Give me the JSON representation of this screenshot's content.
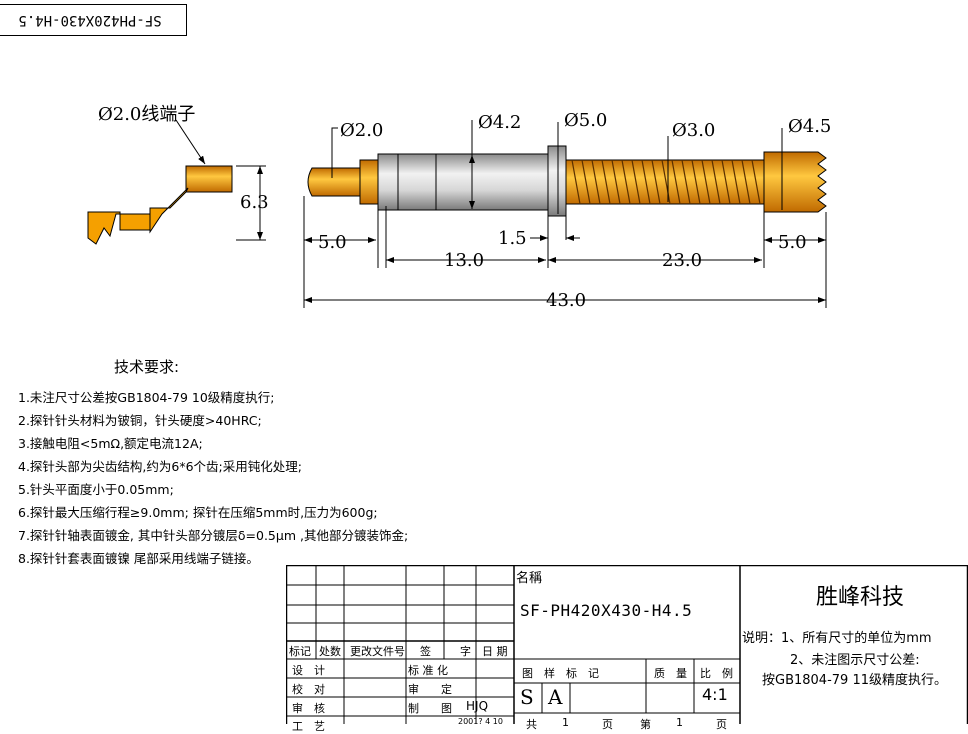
{
  "part_code_mirrored": "SF-PH420X430-H4.5",
  "dims": {
    "terminal_label": "Ø2.0线端子",
    "terminal_height": "6.3",
    "d_tip": "Ø2.0",
    "d_barrel": "Ø4.2",
    "d_collar": "Ø5.0",
    "d_spring": "Ø3.0",
    "d_head": "Ø4.5",
    "len_tip": "5.0",
    "len_barrel": "13.0",
    "len_collar": "1.5",
    "len_spring": "23.0",
    "len_head": "5.0",
    "len_total": "43.0"
  },
  "requirements": {
    "title": "技术要求:",
    "items": [
      "1.未注尺寸公差按GB1804-79 10级精度执行;",
      "2.探针针头材料为铍铜，针头硬度>40HRC;",
      "3.接触电阻<5mΩ,额定电流12A;",
      "4.探针头部为尖齿结构,约为6*6个齿;采用钝化处理;",
      "5.针头平面度小于0.05mm;",
      "6.探针最大压缩行程≥9.0mm; 探针在压缩5mm时,压力为600g;",
      "7.探针针轴表面镀金, 其中针头部分镀层δ=0.5μm ,其他部分镀装饰金;",
      "8.探针针套表面镀镍 尾部采用线端子链接。"
    ]
  },
  "title_block": {
    "name_label": "名稱",
    "part_number": "SF-PH420X430-H4.5",
    "company": "胜峰科技",
    "note_lines": [
      "说明：1、所有尺寸的单位为mm",
      "2、未注图示尺寸公差:",
      "按GB1804-79 11级精度执行。"
    ],
    "rev_headers": [
      "标记",
      "处数",
      "更改文件号",
      "签",
      "字",
      "日 期"
    ],
    "roles": [
      "设　计",
      "校　对",
      "审　核",
      "工　艺"
    ],
    "role_labels": [
      "标 准 化",
      "审　　定",
      "制　　图"
    ],
    "drafter": "HJQ",
    "date": "2001?  4  10",
    "mark_headers": [
      "图　样　标　记",
      "质　量",
      "比　例"
    ],
    "marks": [
      "S",
      "A"
    ],
    "scale": "4:1",
    "sheet": [
      "共",
      "1",
      "页",
      "第",
      "1",
      "页"
    ]
  },
  "colors": {
    "metal": "#c8c8c8",
    "gold": "#f5a000",
    "gold_light": "#ffc840",
    "line": "#000000"
  }
}
